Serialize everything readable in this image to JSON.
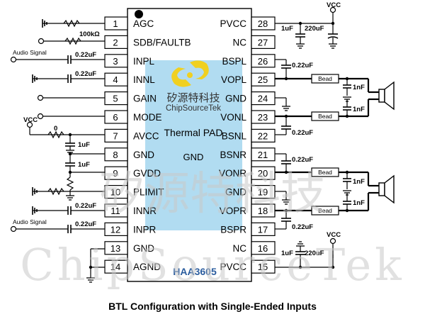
{
  "chip": {
    "name": "HAA3605",
    "pad_label": "Thermal PAD",
    "pad_sub": "GND",
    "logo_cn": "矽源特科技",
    "logo_en": "ChipSourceTek"
  },
  "pins_left": [
    {
      "num": "1",
      "name": "AGC"
    },
    {
      "num": "2",
      "name": "SDB/FAULTB"
    },
    {
      "num": "3",
      "name": "INPL"
    },
    {
      "num": "4",
      "name": "INNL"
    },
    {
      "num": "5",
      "name": "GAIN"
    },
    {
      "num": "6",
      "name": "MODE"
    },
    {
      "num": "7",
      "name": "AVCC"
    },
    {
      "num": "8",
      "name": "GND"
    },
    {
      "num": "9",
      "name": "GVDD"
    },
    {
      "num": "10",
      "name": "PLIMIT"
    },
    {
      "num": "11",
      "name": "INNR"
    },
    {
      "num": "12",
      "name": "INPR"
    },
    {
      "num": "13",
      "name": "GND"
    },
    {
      "num": "14",
      "name": "AGND"
    }
  ],
  "pins_right": [
    {
      "num": "28",
      "name": "PVCC"
    },
    {
      "num": "27",
      "name": "NC"
    },
    {
      "num": "26",
      "name": "BSPL"
    },
    {
      "num": "25",
      "name": "VOPL"
    },
    {
      "num": "24",
      "name": "GND"
    },
    {
      "num": "23",
      "name": "VONL"
    },
    {
      "num": "22",
      "name": "BSNL"
    },
    {
      "num": "21",
      "name": "BSNR"
    },
    {
      "num": "20",
      "name": "VONR"
    },
    {
      "num": "19",
      "name": "GND"
    },
    {
      "num": "18",
      "name": "VOPR"
    },
    {
      "num": "17",
      "name": "BSPR"
    },
    {
      "num": "16",
      "name": "NC"
    },
    {
      "num": "15",
      "name": "PVCC"
    }
  ],
  "labels": {
    "vcc": "VCC",
    "audio_signal": "Audio Signal",
    "res_100k": "100kΩ",
    "res_0": "0",
    "cap_022": "0.22uF",
    "cap_1u": "1uF",
    "cap_220u": "220uF",
    "cap_1n": "1nF",
    "bead": "Bead"
  },
  "watermark": {
    "cn": "矽源特科技",
    "en": "ChipSourceTek"
  },
  "caption": "BTL Configuration with Single-Ended Inputs",
  "colors": {
    "pad_fill": "#a9d8ef",
    "logo_yellow": "#f0d020",
    "chip_name": "#2a5c9e",
    "line": "#000000"
  }
}
